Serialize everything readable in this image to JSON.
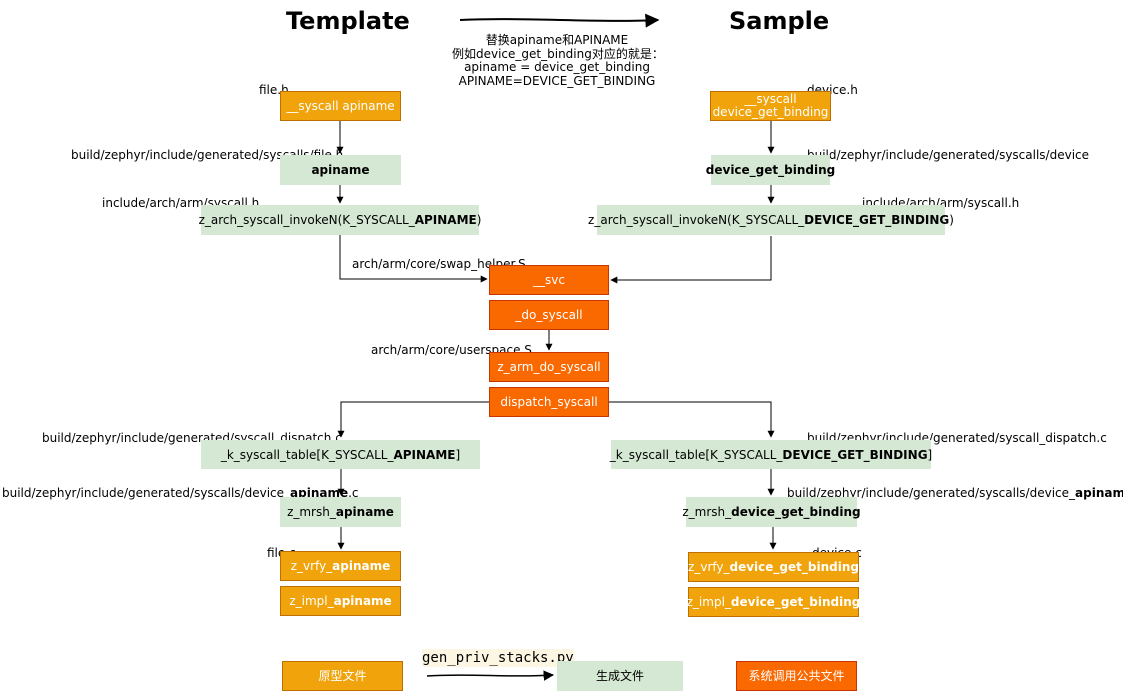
{
  "titles": {
    "template": "Template",
    "sample": "Sample"
  },
  "note": [
    "替换apiname和APINAME",
    "例如device_get_binding对应的就是：",
    "apiname = device_get_binding",
    "APINAME=DEVICE_GET_BINDING"
  ],
  "template": {
    "file_h_label": "file.h",
    "syscall_box": "__syscall apiname",
    "gen_syscalls_label": "build/zephyr/include/generated/syscalls/file.h",
    "apiname_box": "apiname",
    "arch_syscall_label": "include/arch/arm/syscall.h",
    "invoke_prefix": "z_arch_syscall_invokeN(K_SYSCALL_",
    "invoke_bold": "APINAME",
    "invoke_suffix": ")",
    "dispatch_label": "build/zephyr/include/generated/syscall_dispatch.c",
    "table_prefix": "_k_syscall_table[K_SYSCALL_",
    "table_bold": "APINAME",
    "table_suffix": "]",
    "mrsh_label_prefix": "build/zephyr/include/generated/syscalls/device_",
    "mrsh_label_bold": "apiname",
    "mrsh_label_suffix": ".c",
    "mrsh_prefix": "z_mrsh_",
    "mrsh_bold": "apiname",
    "file_c_label": "file.c",
    "vrfy_prefix": "z_vrfy_",
    "vrfy_bold": "apiname",
    "impl_prefix": "z_impl_",
    "impl_bold": "apiname"
  },
  "sample": {
    "device_h_label": "device.h",
    "syscall_line1": "__syscall",
    "syscall_line2": "device_get_binding",
    "gen_syscalls_label": "build/zephyr/include/generated/syscalls/device",
    "name_box": "device_get_binding",
    "arch_syscall_label": "include/arch/arm/syscall.h",
    "invoke_prefix": "z_arch_syscall_invokeN(K_SYSCALL_",
    "invoke_bold": "DEVICE_GET_BINDING",
    "invoke_suffix": ")",
    "dispatch_label": "build/zephyr/include/generated/syscall_dispatch.c",
    "table_prefix": "_k_syscall_table[K_SYSCALL_",
    "table_bold": "DEVICE_GET_BINDING",
    "table_suffix": "]",
    "mrsh_label_prefix": "build/zephyr/include/generated/syscalls/device_",
    "mrsh_label_bold": "apiname",
    "mrsh_label_suffix": ".c",
    "mrsh_prefix": "z_mrsh_",
    "mrsh_bold": "device_get_binding",
    "device_c_label": "device.c",
    "vrfy_prefix": "z_vrfy_",
    "vrfy_bold": "device_get_binding",
    "impl_prefix": "z_impl_",
    "impl_bold": "device_get_binding"
  },
  "common": {
    "swap_helper_label": "arch/arm/core/swap_helper.S",
    "svc_box": "__svc",
    "do_syscall_box": "_do_syscall",
    "userspace_label": "arch/arm/core/userspace.S",
    "arm_do_syscall_box": "z_arm_do_syscall",
    "dispatch_box": "dispatch_syscall"
  },
  "legend": {
    "proto": "原型文件",
    "script": "gen_priv_stacks.py",
    "generated": "生成文件",
    "common": "系统调用公共文件"
  },
  "colors": {
    "proto_fill": "#f0a30a",
    "generated_fill": "#d5e8d4",
    "common_fill": "#fa6800"
  }
}
